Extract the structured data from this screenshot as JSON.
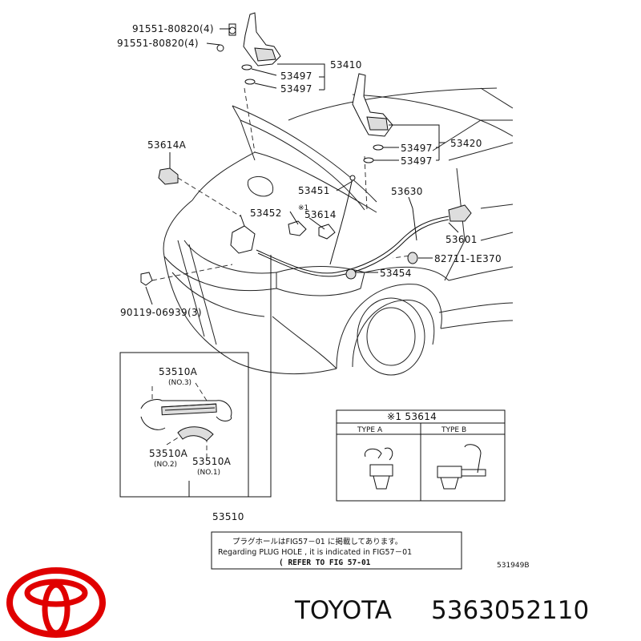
{
  "labels": {
    "bolt_a": "91551-80820(4)",
    "bolt_b": "91551-80820(4)",
    "hinge_left": "53410",
    "washer_l1": "53497",
    "washer_l2": "53497",
    "hinge_right": "53420",
    "washer_r1": "53497",
    "washer_r2": "53497",
    "clip_left": "53614A",
    "rod": "53451",
    "clip_note_mark": "※1",
    "clip_center": "53614",
    "holder": "53452",
    "cable": "53630",
    "lever": "53601",
    "grommet": "82711-1E370",
    "cushion": "53454",
    "screw": "90119-06939(3)",
    "lock_assy": "53510"
  },
  "detail": {
    "part_top": "53510A",
    "part_top_no": "(NO.3)",
    "part_mid": "53510A",
    "part_mid_no": "(NO.2)",
    "part_right": "53510A",
    "part_right_no": "(NO.1)"
  },
  "type_table": {
    "title": "※1 53614",
    "col_a": "TYPE  A",
    "col_b": "TYPE  B"
  },
  "notice": {
    "line_jp": "プラグホールはFIG57－01 に掲載してあります。",
    "line_en": "Regarding PLUG HOLE , it is indicated in FIG57－01",
    "line_ref": "( REFER TO FIG 57-01"
  },
  "figure_code": "531949B",
  "brand": {
    "name": "TOYOTA",
    "part_number": "5363052110",
    "logo_color": "#e00000"
  }
}
